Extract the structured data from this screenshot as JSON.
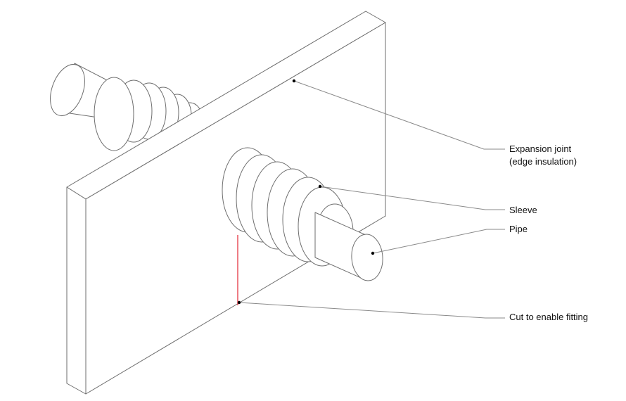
{
  "labels": {
    "expansion_joint_line1": "Expansion joint",
    "expansion_joint_line2": "(edge insulation)",
    "sleeve": "Sleeve",
    "pipe": "Pipe",
    "cut": "Cut to enable fitting"
  },
  "colors": {
    "outline": "#6e6e6e",
    "cut_line": "#e8505b",
    "text": "#111111"
  }
}
